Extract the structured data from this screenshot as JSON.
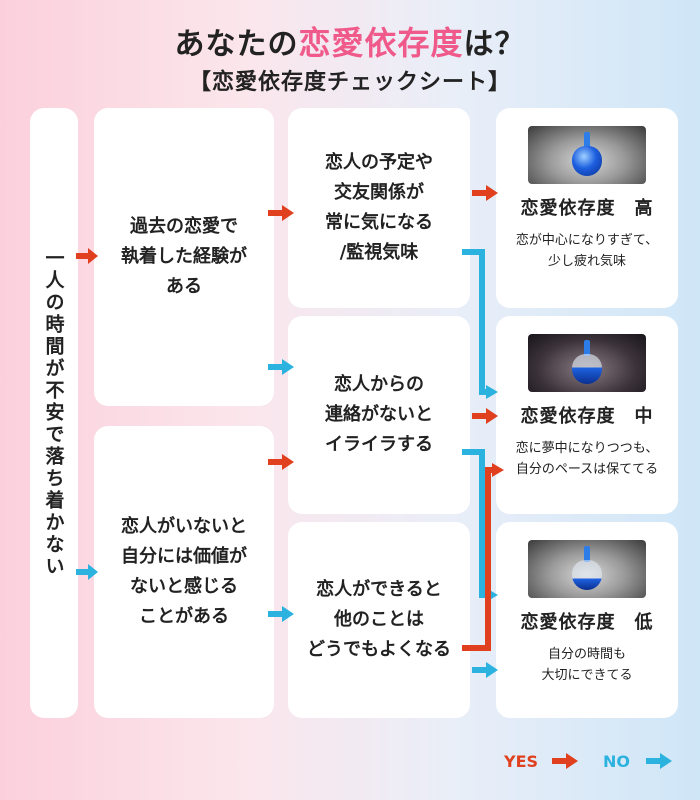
{
  "header": {
    "title_pre": "あなたの",
    "title_accent": "恋愛依存度",
    "title_post": "は？",
    "subtitle": "【恋愛依存度チェックシート】"
  },
  "start": {
    "text": "一人の時間が不安で落ち着かない"
  },
  "questions": {
    "q_past": "過去の恋愛で\n執着した経験が\nある",
    "q_worth": "恋人がいないと\n自分には価値が\nないと感じる\nことがある",
    "q_monitor": "恋人の予定や\n交友関係が\n常に気になる\n/監視気味",
    "q_contact": "恋人からの\n連絡がないと\nイライラする",
    "q_others": "恋人ができると\n他のことは\nどうでもよくなる"
  },
  "results": {
    "high": {
      "title": "恋愛依存度　高",
      "desc": "恋が中心になりすぎて、\n少し疲れ気味"
    },
    "mid": {
      "title": "恋愛依存度　中",
      "desc": "恋に夢中になりつつも、\n自分のペースは保ててる"
    },
    "low": {
      "title": "恋愛依存度　低",
      "desc": "自分の時間も\n大切にできてる"
    }
  },
  "legend": {
    "yes": "YES",
    "no": "NO"
  },
  "colors": {
    "yes": "#e0401e",
    "no": "#2bb2de",
    "accent": "#ef5a8a"
  }
}
